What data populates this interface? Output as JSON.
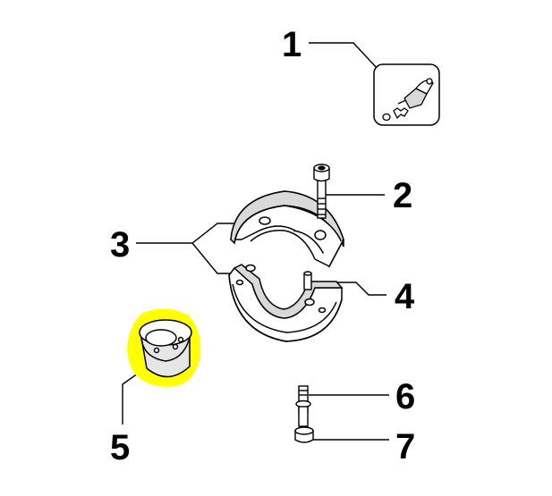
{
  "callouts": {
    "c1": "1",
    "c2": "2",
    "c3": "3",
    "c4": "4",
    "c5": "5",
    "c6": "6",
    "c7": "7"
  },
  "colors": {
    "ink": "#000000",
    "part_fill": "#ffffff",
    "shade": "#d9d9d9",
    "highlight": "#ffff00"
  },
  "parts": [
    {
      "callout": "1",
      "icon": "grease-nipple-icon"
    },
    {
      "callout": "2",
      "icon": "socket-head-bolt-icon"
    },
    {
      "callout": "3",
      "icon": "split-bearing-shell-icon"
    },
    {
      "callout": "4",
      "icon": "dowel-pin-icon"
    },
    {
      "callout": "5",
      "icon": "bushing-sleeve-icon",
      "highlighted": true
    },
    {
      "callout": "6",
      "icon": "stud-bolt-icon"
    },
    {
      "callout": "7",
      "icon": "washer-icon"
    }
  ]
}
